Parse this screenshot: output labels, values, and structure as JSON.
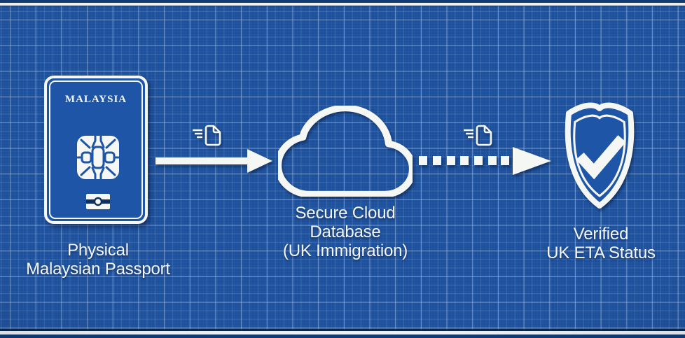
{
  "colors": {
    "background_blue": "#1d509c",
    "grid_minor": "#2e5ea8",
    "grid_major": "#5b85c2",
    "shape_fill_blue": "#1e55a6",
    "stroke_white": "#f4f7f3",
    "emblem_navy": "#0e2f62"
  },
  "passport": {
    "country": "MALAYSIA",
    "label_line1": "Physical",
    "label_line2": "Malaysian Passport"
  },
  "cloud": {
    "label_line1": "Secure Cloud",
    "label_line2": "Database",
    "label_line3": "(UK Immigration)"
  },
  "shield": {
    "label_line1": "Verified",
    "label_line2": "UK ETA Status"
  },
  "flow": {
    "step1_connector": "solid-arrow",
    "step2_connector": "dashed-arrow",
    "transfer_icon": "document-send"
  }
}
